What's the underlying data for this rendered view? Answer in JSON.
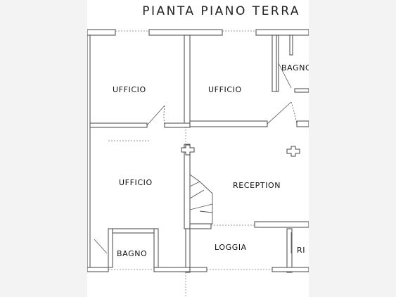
{
  "title": "PIANTA PIANO TERRA",
  "rooms": [
    {
      "id": "ufficio-1",
      "label": "UFFICIO"
    },
    {
      "id": "ufficio-2",
      "label": "UFFICIO"
    },
    {
      "id": "bagno-1",
      "label": "BAGNO"
    },
    {
      "id": "ufficio-3",
      "label": "UFFICIO"
    },
    {
      "id": "reception",
      "label": "RECEPTION"
    },
    {
      "id": "bagno-2",
      "label": "BAGNO"
    },
    {
      "id": "loggia",
      "label": "LOGGIA"
    },
    {
      "id": "ripostiglio",
      "label": "RI"
    }
  ],
  "colors": {
    "wall": "#555555",
    "wall_fill": "#ffffff",
    "line": "#333333",
    "dash": "#777777"
  }
}
